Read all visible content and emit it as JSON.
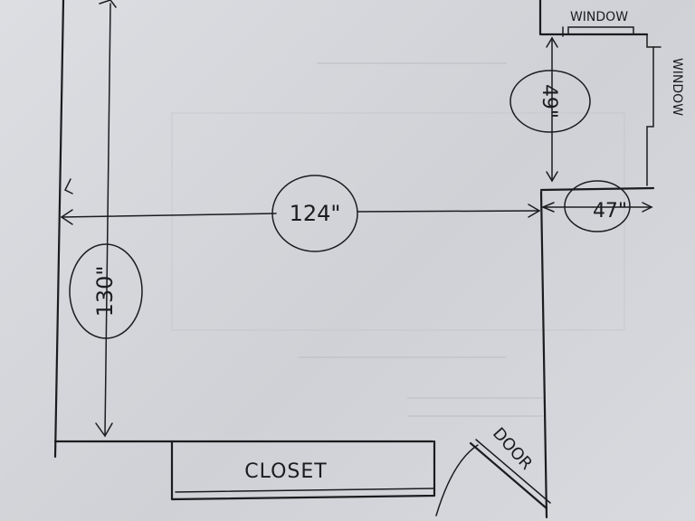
{
  "labels": {
    "width": "124\"",
    "height": "130\"",
    "alcove_height": "49\"",
    "alcove_width": "47\"",
    "closet": "CLOSET",
    "door": "DOOR",
    "window_top": "WINDOW",
    "window_right": "WINDOW"
  }
}
